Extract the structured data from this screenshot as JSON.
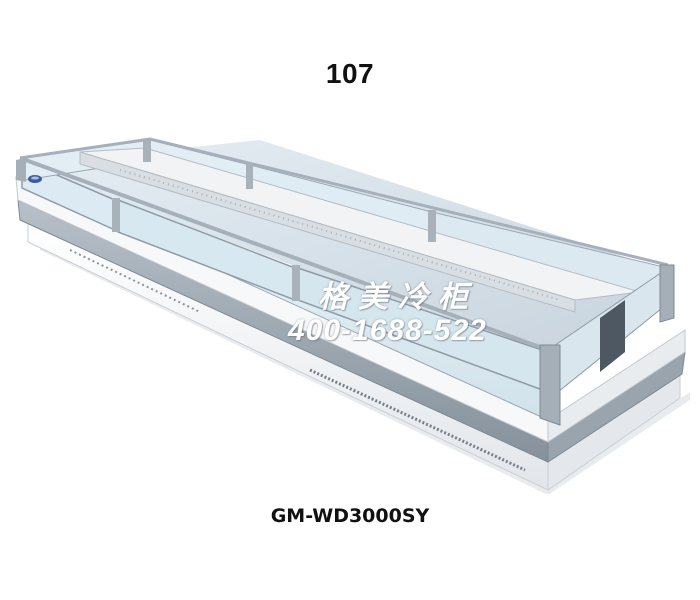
{
  "catalog_number": "107",
  "model_number": "GM-WD3000SY",
  "watermark": {
    "brand": "格美冷柜",
    "phone": "400-1688-522"
  },
  "product": {
    "image": "island-freezer-display-case",
    "colors": {
      "frame": "#a9b2bb",
      "glass": "#dcecf4",
      "body": "#f4f6f8",
      "bumper": "#8f9aa4",
      "logo": "#3d5ca3"
    }
  }
}
